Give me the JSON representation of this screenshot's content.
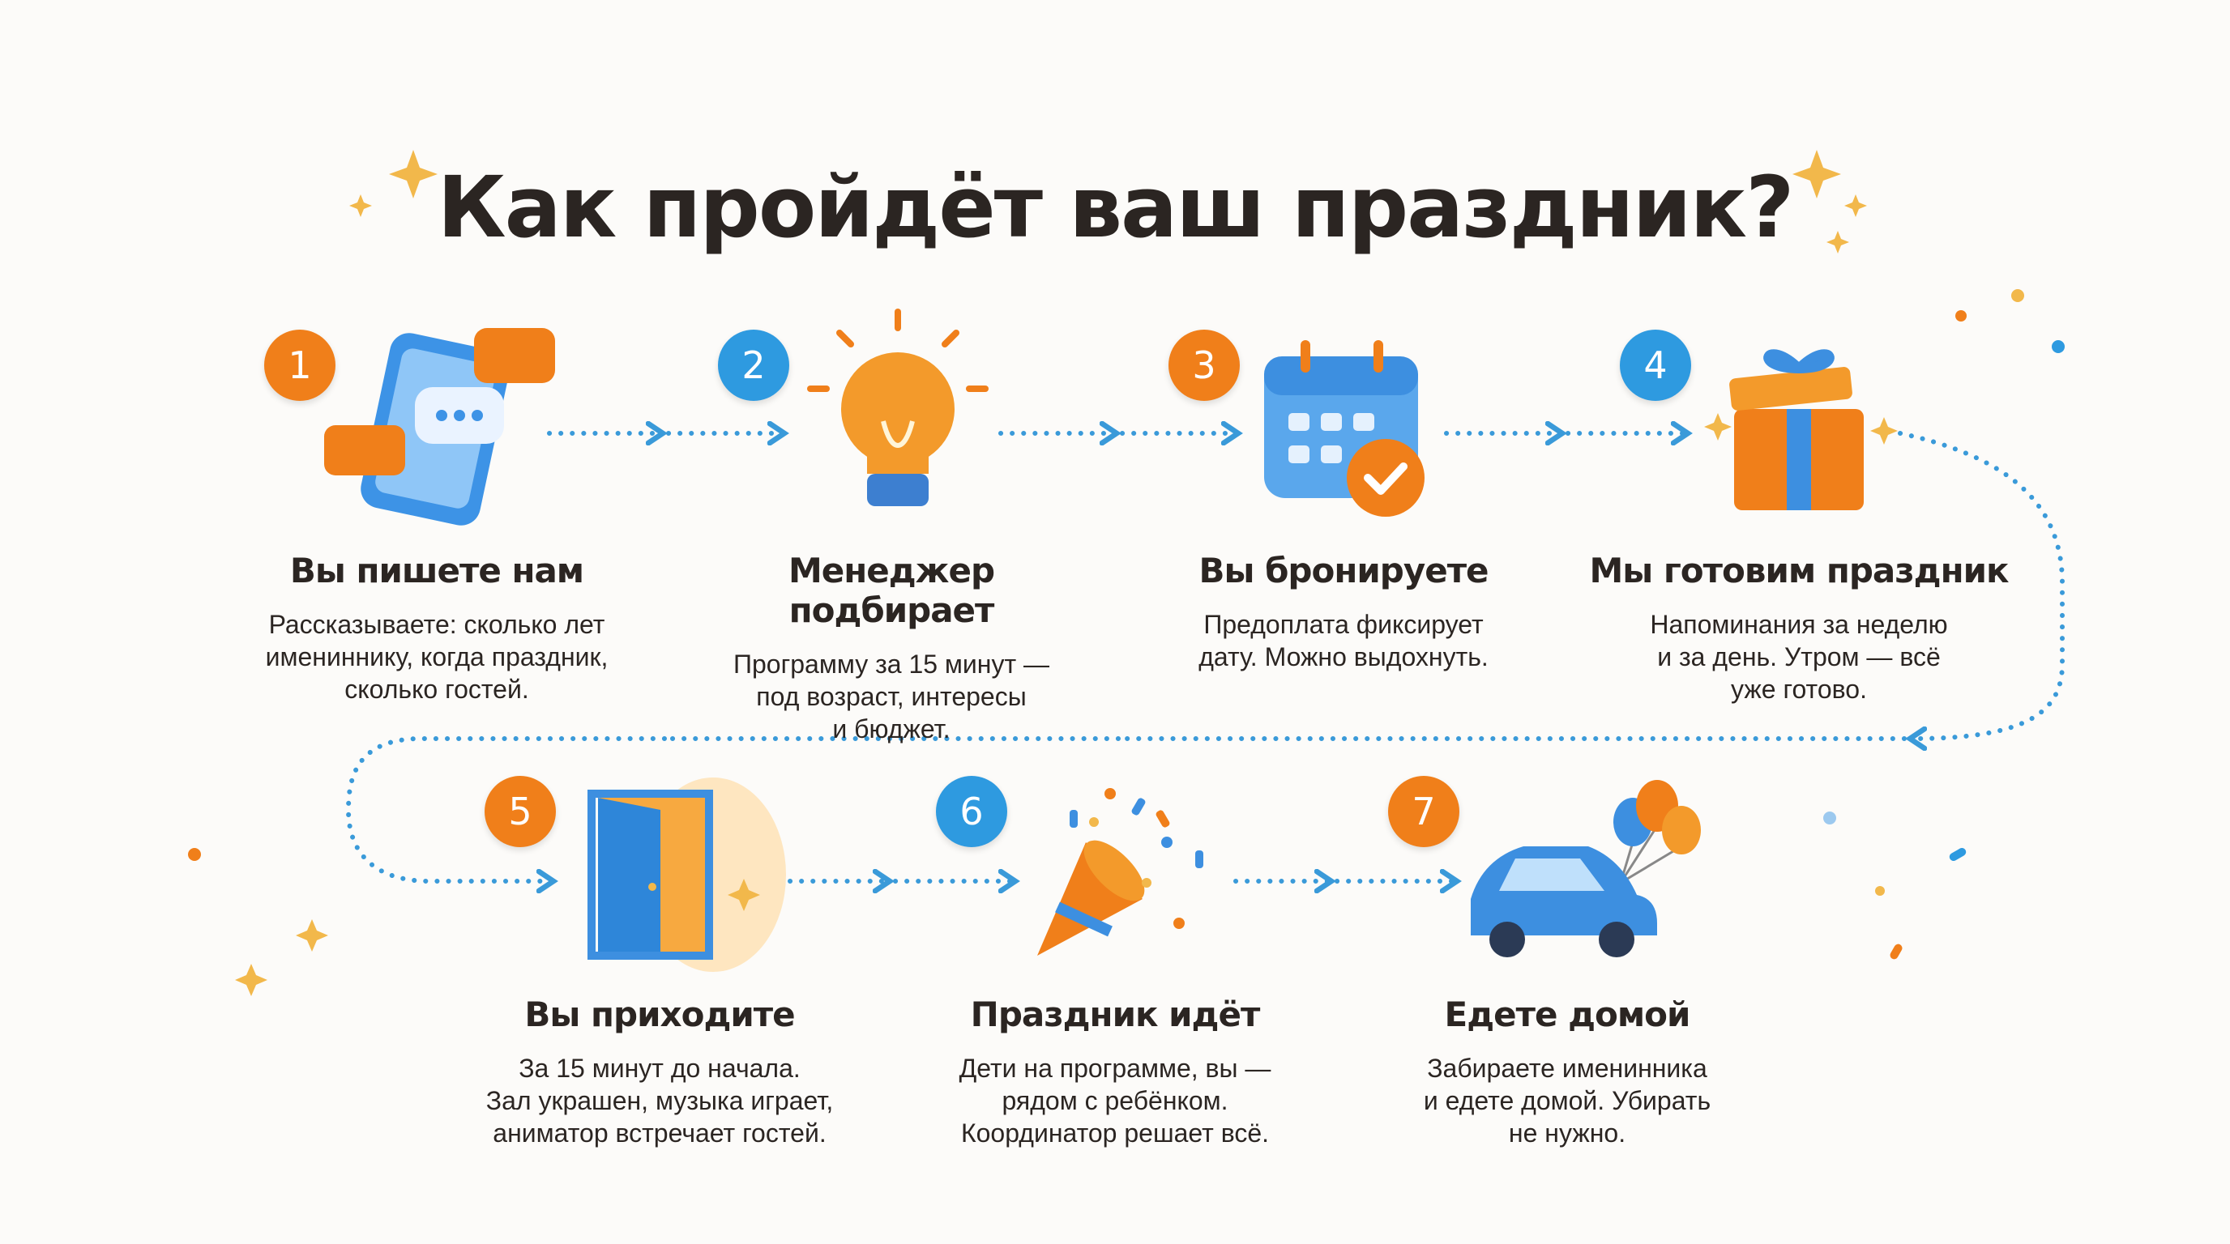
{
  "title": "Как пройдёт ваш праздник?",
  "colors": {
    "orange": "#f07f1a",
    "blue": "#2e9ae0",
    "text": "#2b2522",
    "dots": "#3a9ad9"
  },
  "steps": [
    {
      "number": "1",
      "title": "Вы пишете нам",
      "lines": [
        "Рассказываете: сколько лет",
        "имениннику, когда праздник,",
        "сколько гостей."
      ],
      "icon": "chat-phone-icon"
    },
    {
      "number": "2",
      "title": "Менеджер подбирает",
      "lines": [
        "Программу за 15 минут —",
        "под возраст, интересы",
        "и бюджет."
      ],
      "icon": "lightbulb-icon"
    },
    {
      "number": "3",
      "title": "Вы бронируете",
      "lines": [
        "Предоплата фиксирует",
        "дату. Можно выдохнуть."
      ],
      "icon": "calendar-check-icon"
    },
    {
      "number": "4",
      "title": "Мы готовим праздник",
      "lines": [
        "Напоминания за неделю",
        "и за день. Утром — всё",
        "уже готово."
      ],
      "icon": "gift-icon"
    },
    {
      "number": "5",
      "title": "Вы приходите",
      "lines": [
        "За 15 минут до начала.",
        "Зал украшен, музыка играет,",
        "аниматор встречает гостей."
      ],
      "icon": "door-icon"
    },
    {
      "number": "6",
      "title": "Праздник идёт",
      "lines": [
        "Дети на программе, вы —",
        "рядом с ребёнком.",
        "Координатор решает всё."
      ],
      "icon": "party-popper-icon"
    },
    {
      "number": "7",
      "title": "Едете домой",
      "lines": [
        "Забираете именинника",
        "и едете домой. Убирать",
        "не нужно."
      ],
      "icon": "car-balloons-icon"
    }
  ]
}
